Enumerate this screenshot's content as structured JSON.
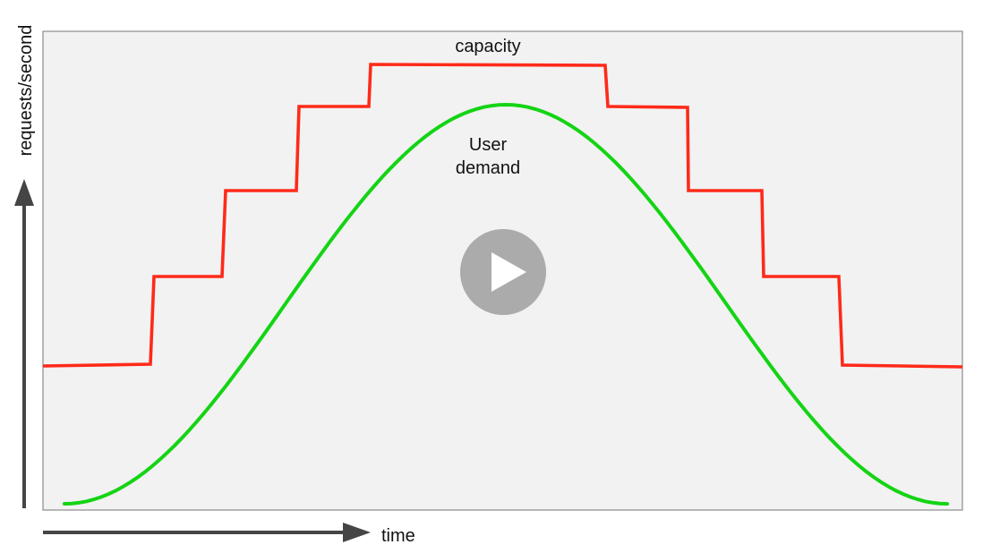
{
  "axes": {
    "y_label": "requests/second",
    "x_label": "time"
  },
  "series": {
    "capacity": {
      "label": "capacity",
      "shape": "step",
      "color": "#ff2a1a"
    },
    "demand": {
      "label_line1": "User",
      "label_line2": "demand",
      "shape": "bell",
      "color": "#14d414"
    }
  },
  "colors": {
    "panel": "#f2f2f2",
    "panel_border": "#8c8c8c",
    "axis_arrow": "#454545",
    "play_circle": "#a6a6a6",
    "play_triangle": "#ffffff"
  },
  "play": {
    "icon": "play-icon"
  }
}
